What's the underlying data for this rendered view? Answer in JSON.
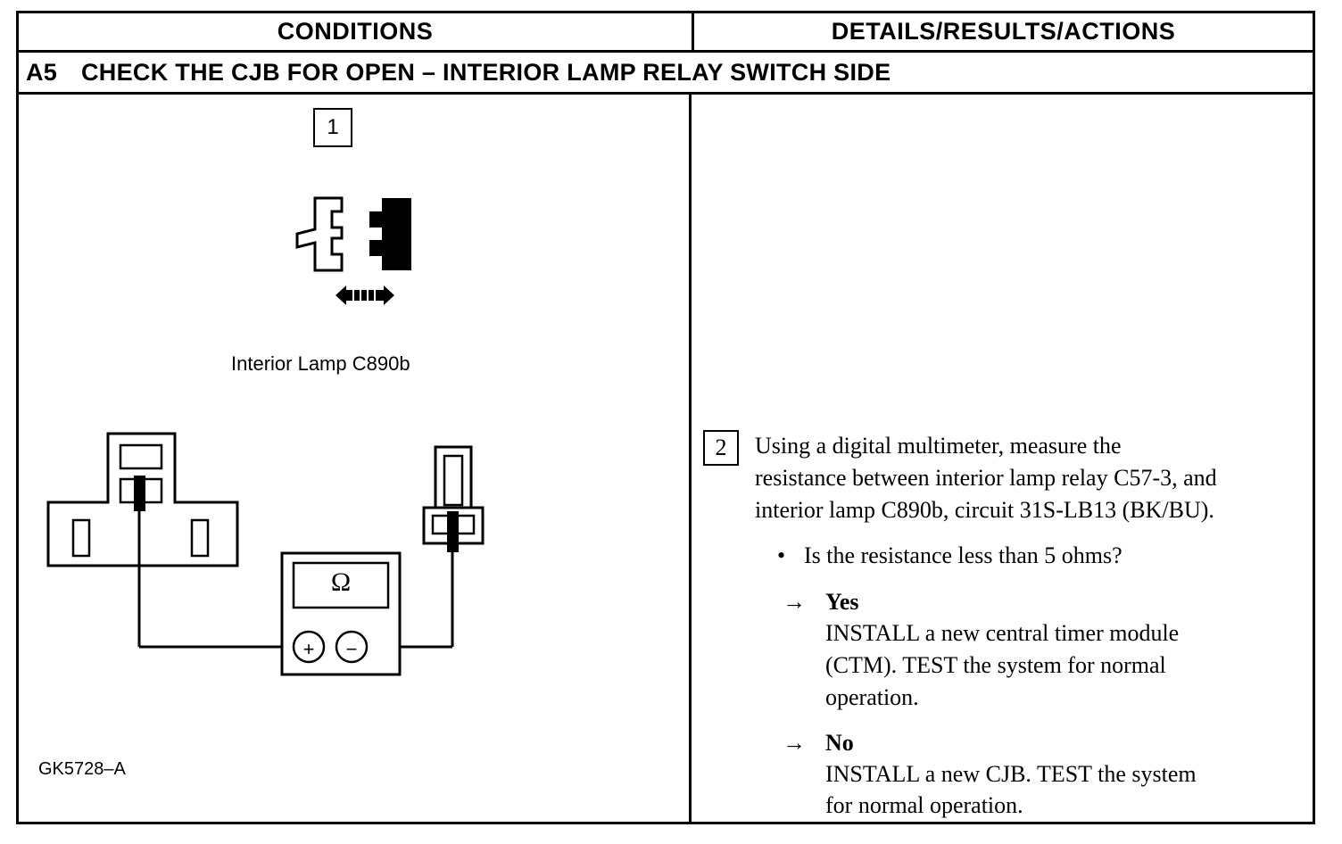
{
  "header": {
    "conditions": "CONDITIONS",
    "details": "DETAILS/RESULTS/ACTIONS"
  },
  "step": {
    "code": "A5",
    "title": "CHECK THE CJB FOR OPEN – INTERIOR LAMP RELAY SWITCH SIDE"
  },
  "conditions": {
    "step1_number": "1",
    "connector_caption": "Interior Lamp C890b",
    "meter_symbol": "Ω",
    "meter_plus": "+",
    "meter_minus": "−",
    "figure_code": "GK5728–A"
  },
  "details": {
    "step2_number": "2",
    "instruction_lines": [
      "Using a digital multimeter, measure the",
      "resistance between interior lamp relay C57-3, and",
      "interior lamp C890b, circuit 31S-LB13 (BK/BU)."
    ],
    "question": "Is the resistance less than 5 ohms?",
    "bullet": "•",
    "arrow": "→",
    "yes": {
      "label": "Yes",
      "lines": [
        "INSTALL a new central timer module",
        "(CTM). TEST the system for normal",
        "operation."
      ]
    },
    "no": {
      "label": "No",
      "lines": [
        "INSTALL a new CJB. TEST the system",
        "for normal operation."
      ]
    }
  }
}
